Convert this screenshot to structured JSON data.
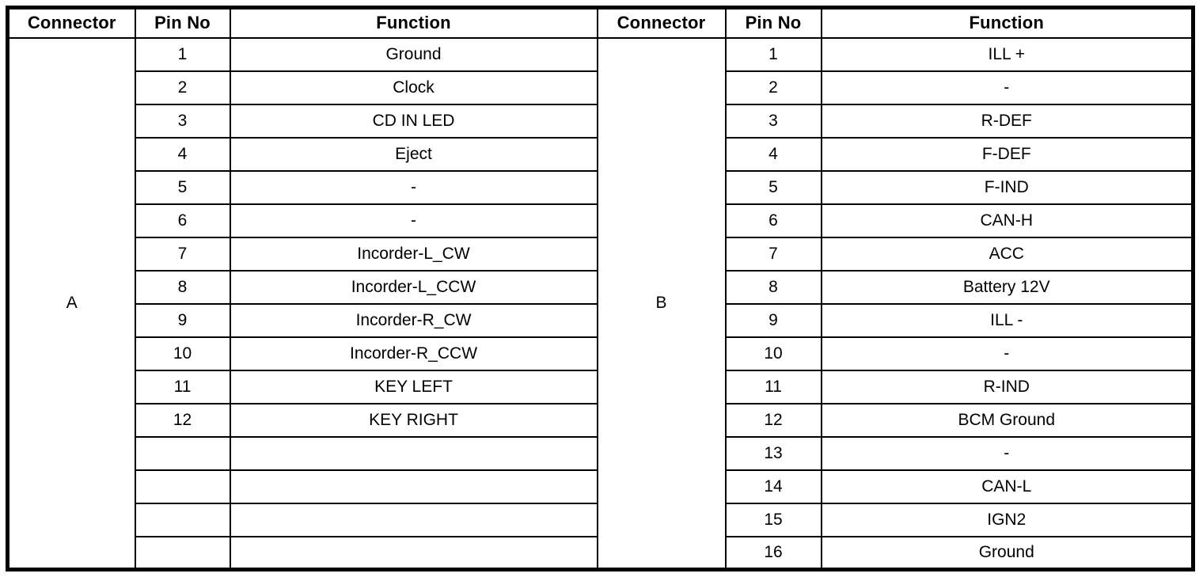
{
  "page": {
    "background": "#ffffff",
    "line_color": "#000000",
    "text_color": "#000000"
  },
  "table": {
    "headers": [
      "Connector",
      "Pin No",
      "Function",
      "Connector",
      "Pin No",
      "Function"
    ],
    "row_count": 16,
    "connectors": [
      {
        "label": "A",
        "rows": [
          {
            "pin": "1",
            "function": "Ground"
          },
          {
            "pin": "2",
            "function": "Clock"
          },
          {
            "pin": "3",
            "function": "CD IN LED"
          },
          {
            "pin": "4",
            "function": "Eject"
          },
          {
            "pin": "5",
            "function": "-"
          },
          {
            "pin": "6",
            "function": "-"
          },
          {
            "pin": "7",
            "function": "Incorder-L_CW"
          },
          {
            "pin": "8",
            "function": "Incorder-L_CCW"
          },
          {
            "pin": "9",
            "function": "Incorder-R_CW"
          },
          {
            "pin": "10",
            "function": "Incorder-R_CCW"
          },
          {
            "pin": "11",
            "function": "KEY LEFT"
          },
          {
            "pin": "12",
            "function": "KEY RIGHT"
          },
          {
            "pin": "",
            "function": ""
          },
          {
            "pin": "",
            "function": ""
          },
          {
            "pin": "",
            "function": ""
          },
          {
            "pin": "",
            "function": ""
          }
        ]
      },
      {
        "label": "B",
        "rows": [
          {
            "pin": "1",
            "function": "ILL +"
          },
          {
            "pin": "2",
            "function": "-"
          },
          {
            "pin": "3",
            "function": "R-DEF"
          },
          {
            "pin": "4",
            "function": "F-DEF"
          },
          {
            "pin": "5",
            "function": "F-IND"
          },
          {
            "pin": "6",
            "function": "CAN-H"
          },
          {
            "pin": "7",
            "function": "ACC"
          },
          {
            "pin": "8",
            "function": "Battery 12V"
          },
          {
            "pin": "9",
            "function": "ILL -"
          },
          {
            "pin": "10",
            "function": "-"
          },
          {
            "pin": "11",
            "function": "R-IND"
          },
          {
            "pin": "12",
            "function": "BCM Ground"
          },
          {
            "pin": "13",
            "function": "-"
          },
          {
            "pin": "14",
            "function": "CAN-L"
          },
          {
            "pin": "15",
            "function": "IGN2"
          },
          {
            "pin": "16",
            "function": "Ground"
          }
        ]
      }
    ]
  }
}
